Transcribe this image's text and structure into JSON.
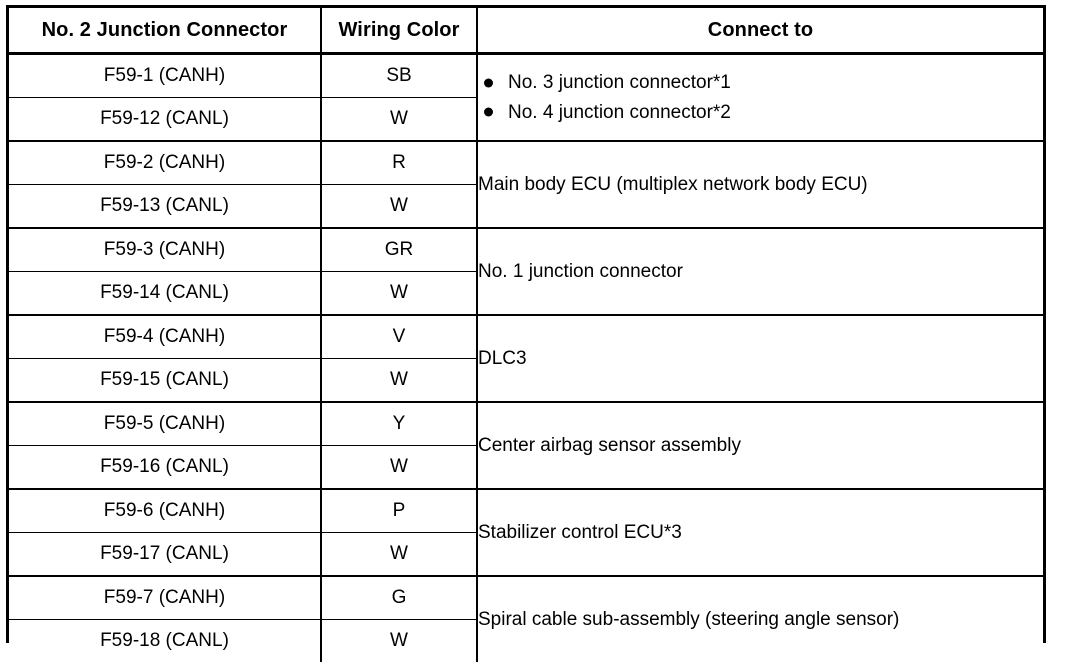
{
  "table": {
    "columns": [
      {
        "id": "connector",
        "label": "No. 2 Junction Connector"
      },
      {
        "id": "color",
        "label": "Wiring Color"
      },
      {
        "id": "connect",
        "label": "Connect to"
      }
    ],
    "groups": [
      {
        "connect_to": "",
        "connect_bullets": [
          "No. 3 junction connector*1",
          "No. 4 junction connector*2"
        ],
        "rows": [
          {
            "connector": "F59-1 (CANH)",
            "color": "SB"
          },
          {
            "connector": "F59-12 (CANL)",
            "color": "W"
          }
        ]
      },
      {
        "connect_to": "Main body ECU (multiplex network body ECU)",
        "connect_bullets": [],
        "rows": [
          {
            "connector": "F59-2 (CANH)",
            "color": "R"
          },
          {
            "connector": "F59-13 (CANL)",
            "color": "W"
          }
        ]
      },
      {
        "connect_to": "No. 1 junction connector",
        "connect_bullets": [],
        "rows": [
          {
            "connector": "F59-3 (CANH)",
            "color": "GR"
          },
          {
            "connector": "F59-14 (CANL)",
            "color": "W"
          }
        ]
      },
      {
        "connect_to": "DLC3",
        "connect_bullets": [],
        "rows": [
          {
            "connector": "F59-4 (CANH)",
            "color": "V"
          },
          {
            "connector": "F59-15 (CANL)",
            "color": "W"
          }
        ]
      },
      {
        "connect_to": "Center airbag sensor assembly",
        "connect_bullets": [],
        "rows": [
          {
            "connector": "F59-5 (CANH)",
            "color": "Y"
          },
          {
            "connector": "F59-16 (CANL)",
            "color": "W"
          }
        ]
      },
      {
        "connect_to": "Stabilizer control ECU*3",
        "connect_bullets": [],
        "rows": [
          {
            "connector": "F59-6 (CANH)",
            "color": "P"
          },
          {
            "connector": "F59-17 (CANL)",
            "color": "W"
          }
        ]
      },
      {
        "connect_to": "Spiral cable sub-assembly (steering angle sensor)",
        "connect_bullets": [],
        "rows": [
          {
            "connector": "F59-7 (CANH)",
            "color": "G"
          },
          {
            "connector": "F59-18 (CANL)",
            "color": "W"
          }
        ]
      }
    ]
  },
  "colors": {
    "border": "#000000",
    "text": "#000000",
    "background": "#ffffff"
  }
}
